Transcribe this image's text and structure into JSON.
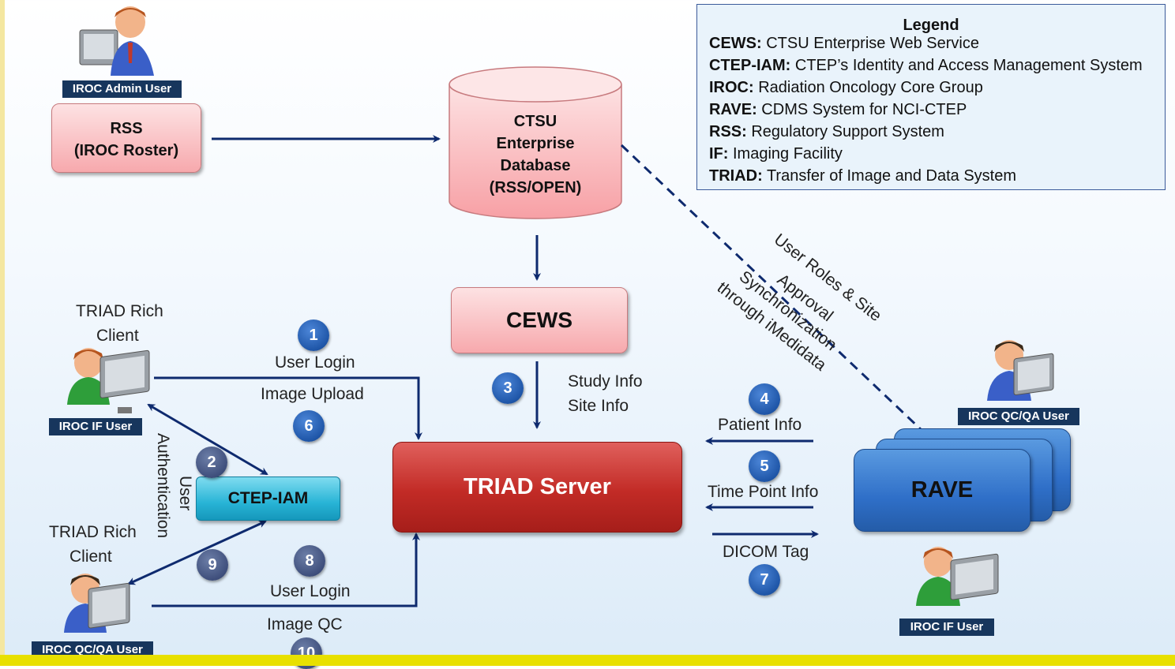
{
  "legend": {
    "title": "Legend",
    "entries": [
      {
        "term": "CEWS:",
        "desc": " CTSU Enterprise Web Service"
      },
      {
        "term": "CTEP-IAM:",
        "desc": " CTEP’s Identity and Access Management System"
      },
      {
        "term": "IROC:",
        "desc": " Radiation Oncology Core Group"
      },
      {
        "term": "RAVE:",
        "desc": " CDMS System for NCI-CTEP"
      },
      {
        "term": "RSS:",
        "desc": " Regulatory Support System"
      },
      {
        "term": "IF:",
        "desc": " Imaging Facility"
      },
      {
        "term": "TRIAD:",
        "desc": " Transfer of Image and Data System"
      }
    ]
  },
  "nodes": {
    "rss": {
      "line1": "RSS",
      "line2": "(IROC Roster)"
    },
    "database": {
      "line1": "CTSU",
      "line2": "Enterprise",
      "line3": "Database",
      "line4": "(RSS/OPEN)"
    },
    "cews": "CEWS",
    "triad_server": "TRIAD Server",
    "ctep_iam": "CTEP-IAM",
    "rave": "RAVE"
  },
  "users": {
    "admin": "IROC Admin User",
    "if_left": "IROC IF User",
    "qcqa_left": "IROC QC/QA User",
    "qcqa_right": "IROC QC/QA User",
    "if_right": "IROC IF User"
  },
  "clients": {
    "top": {
      "line1": "TRIAD Rich",
      "line2": "Client"
    },
    "bottom": {
      "line1": "TRIAD Rich",
      "line2": "Client"
    }
  },
  "flows": {
    "user_login_top": "User Login",
    "image_upload": "Image Upload",
    "study_info": "Study Info",
    "site_info": "Site Info",
    "patient_info": "Patient Info",
    "time_point_info": "Time Point Info",
    "dicom_tag": "DICOM Tag",
    "user_login_bottom": "User Login",
    "image_qc": "Image QC",
    "user_authentication_1": "User",
    "user_authentication_2": "Authentication",
    "sync_line1": "User Roles & Site",
    "sync_line2": "Approval",
    "sync_line3": "Synchronization",
    "sync_line4": "through iMedidata"
  },
  "steps": [
    "1",
    "2",
    "3",
    "4",
    "5",
    "6",
    "7",
    "8",
    "9",
    "10"
  ],
  "colors": {
    "arrow": "#0e2a6e",
    "triad": "#c22b26",
    "cews": "#f7a9ad",
    "ctep": "#28b4d6",
    "rave": "#2f6fc8",
    "tag": "#17365d"
  }
}
